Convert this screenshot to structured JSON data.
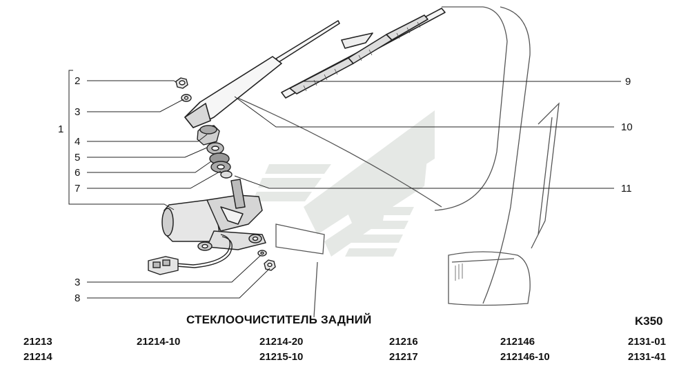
{
  "diagram": {
    "title": "СТЕКЛООЧИСТИТЕЛЬ ЗАДНИЙ",
    "code": "K350",
    "group_label": "1",
    "callouts": {
      "left": [
        "2",
        "3",
        "4",
        "5",
        "6",
        "7",
        "3",
        "8"
      ],
      "right": [
        "9",
        "10",
        "11"
      ]
    },
    "models": [
      [
        "21213",
        "21214"
      ],
      [
        "21214-10"
      ],
      [
        "21214-20",
        "21215-10"
      ],
      [
        "21216",
        "21217"
      ],
      [
        "212146",
        "212146-10"
      ],
      [
        "2131-01",
        "2131-41"
      ]
    ]
  }
}
